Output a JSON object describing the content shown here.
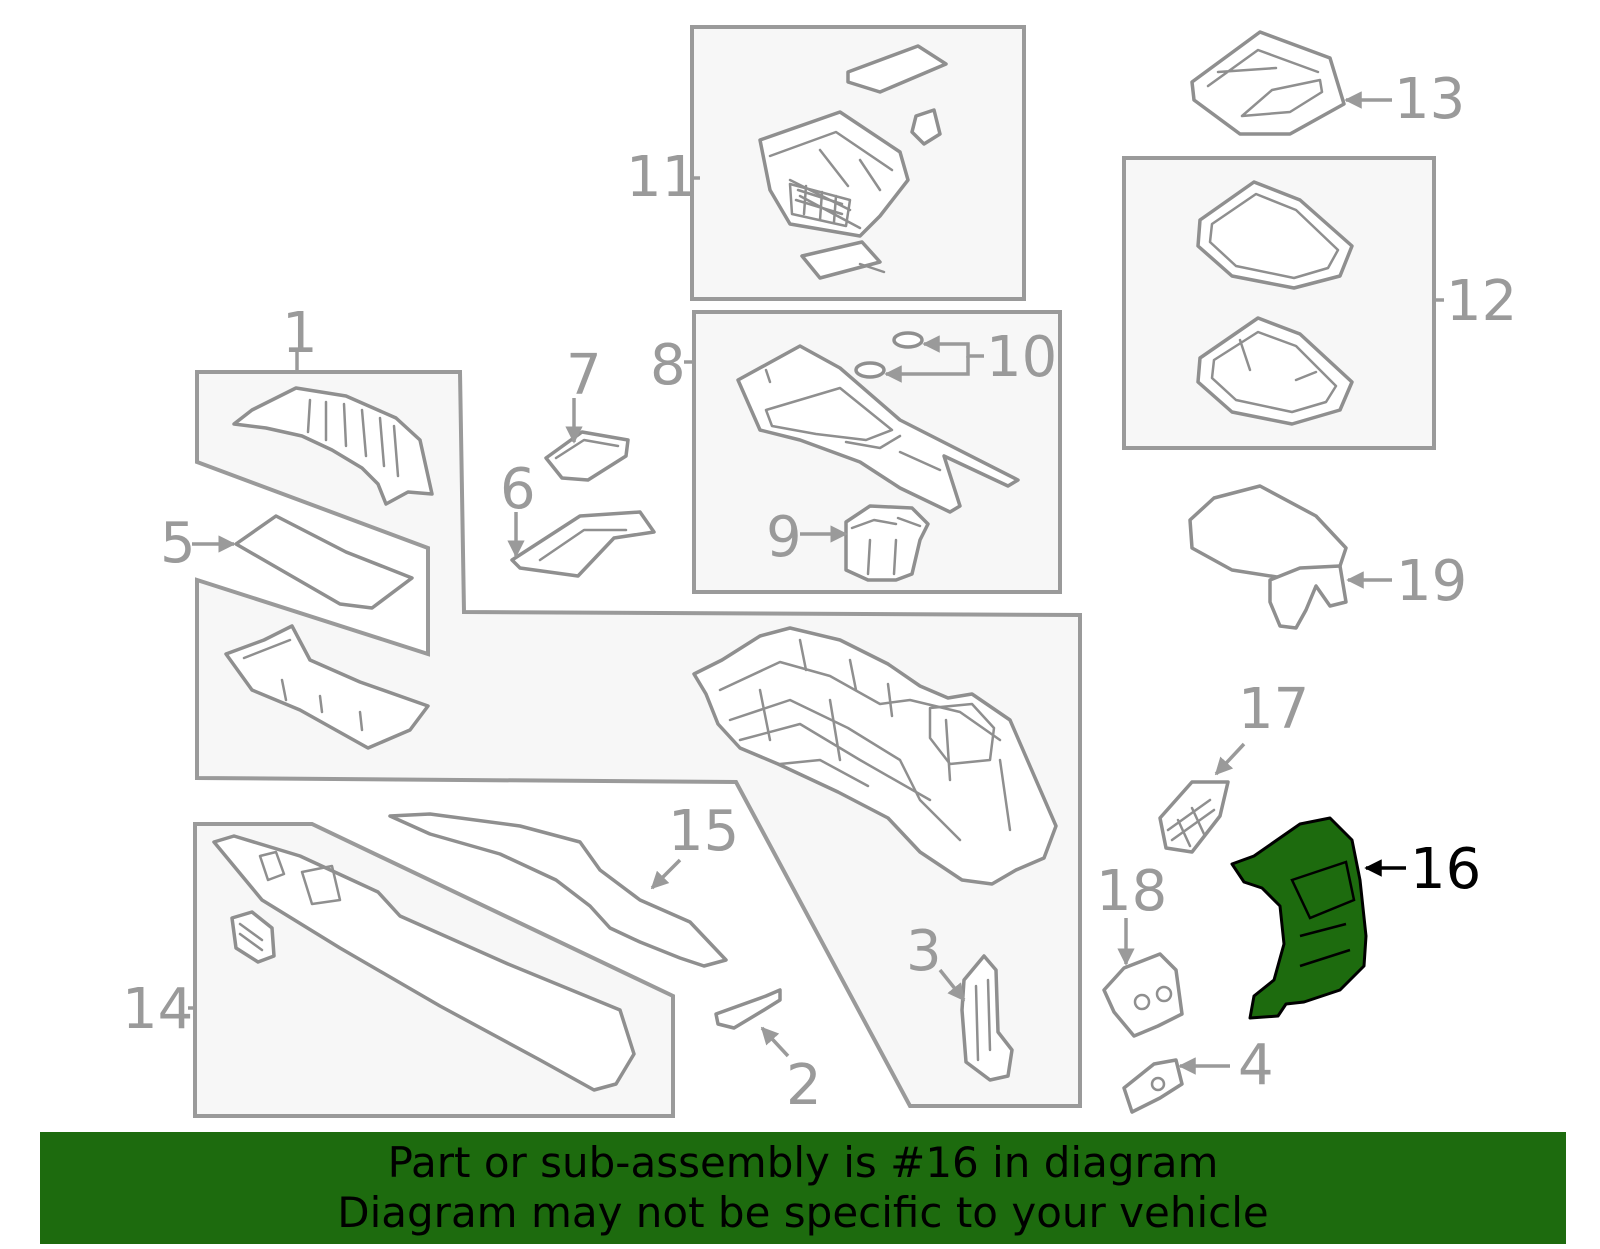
{
  "callouts": {
    "c1": "1",
    "c2": "2",
    "c3": "3",
    "c4": "4",
    "c5": "5",
    "c6": "6",
    "c7": "7",
    "c8": "8",
    "c9": "9",
    "c10": "10",
    "c11": "11",
    "c12": "12",
    "c13": "13",
    "c14": "14",
    "c15": "15",
    "c16": "16",
    "c17": "17",
    "c18": "18",
    "c19": "19"
  },
  "highlight": {
    "callout": "16",
    "color": "#1d6b0e"
  },
  "colors": {
    "line": "#9a9a9a",
    "box_fill": "#f7f7f7",
    "banner": "#1d6b0e",
    "banner_text": "#000000"
  },
  "banner": {
    "line1": "Part or sub-assembly is #16 in diagram",
    "line2": "Diagram may not be specific to your vehicle"
  }
}
